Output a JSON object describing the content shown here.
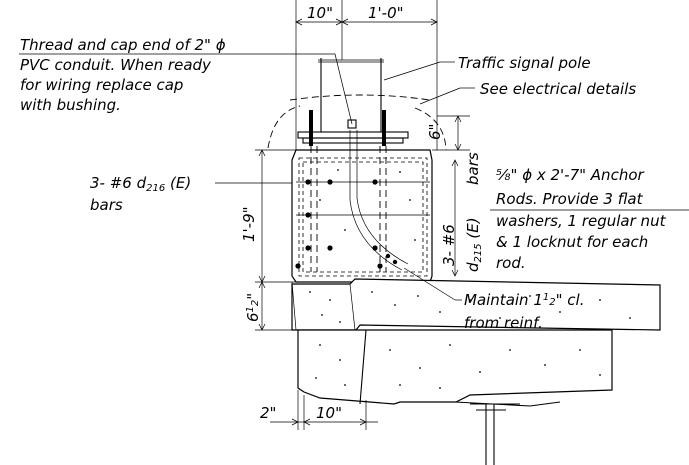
{
  "dimensions": {
    "top_left": "10\"",
    "top_right": "1'-0\"",
    "height_6": "6\"",
    "height_1_9": "1'-9\"",
    "height_6_half": "6",
    "height_6_half_frac": "1",
    "height_6_half_den": "2",
    "height_6_half_tail": "\"",
    "bottom_2": "2\"",
    "bottom_10": "10\""
  },
  "notes": {
    "thread_cap": [
      "Thread and cap end of 2\" ϕ",
      "PVC conduit. When ready",
      "for wiring replace cap",
      "with bushing."
    ],
    "traffic_pole": "Traffic signal pole",
    "electrical": "See electrical details",
    "bars_left_a": "3- #6 d",
    "bars_left_sub": "216",
    "bars_left_b": " (E)",
    "bars_left_c": "bars",
    "bars_vert_a": "3- #6",
    "bars_vert_b": "bars",
    "bars_vert_d": "d",
    "bars_vert_sub": "215",
    "bars_vert_e": " (E)",
    "anchor": [
      "⁵⁄₈\" ϕ x 2'-7\" Anchor",
      "Rods. Provide 3 flat",
      "washers, 1 regular nut",
      "& 1 locknut for each",
      "rod."
    ],
    "maintain_a": "Maintain 1",
    "maintain_frac": "1",
    "maintain_den": "2",
    "maintain_b": "\" cl.",
    "maintain_c": "from reinf."
  }
}
